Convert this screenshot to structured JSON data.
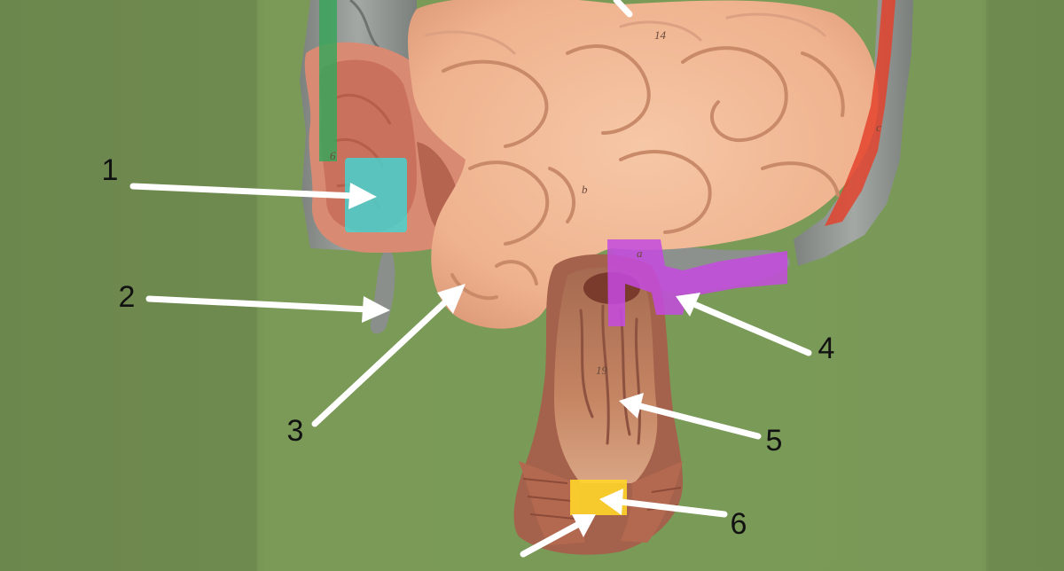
{
  "labels": [
    {
      "id": "1",
      "text": "1"
    },
    {
      "id": "2",
      "text": "2"
    },
    {
      "id": "3",
      "text": "3"
    },
    {
      "id": "4",
      "text": "4"
    },
    {
      "id": "5",
      "text": "5"
    },
    {
      "id": "6",
      "text": "6"
    }
  ],
  "model_markings": {
    "m14": "14",
    "mb": "b",
    "mc": "c",
    "m19": "19",
    "m6": "6",
    "ma": "a"
  },
  "colors": {
    "background_outer": "#6f8a4f",
    "background_inner": "#7b9a58",
    "small_intestine": "#f2b995",
    "colon_gray": "#8f9491",
    "rectum_inner": "#b77b5c",
    "highlight_green": "#3aa55a",
    "highlight_cyan": "#43d6d2",
    "highlight_red": "#e4402a",
    "highlight_magenta": "#c54be0",
    "highlight_yellow": "#ffd52a",
    "arrow": "#ffffff"
  }
}
